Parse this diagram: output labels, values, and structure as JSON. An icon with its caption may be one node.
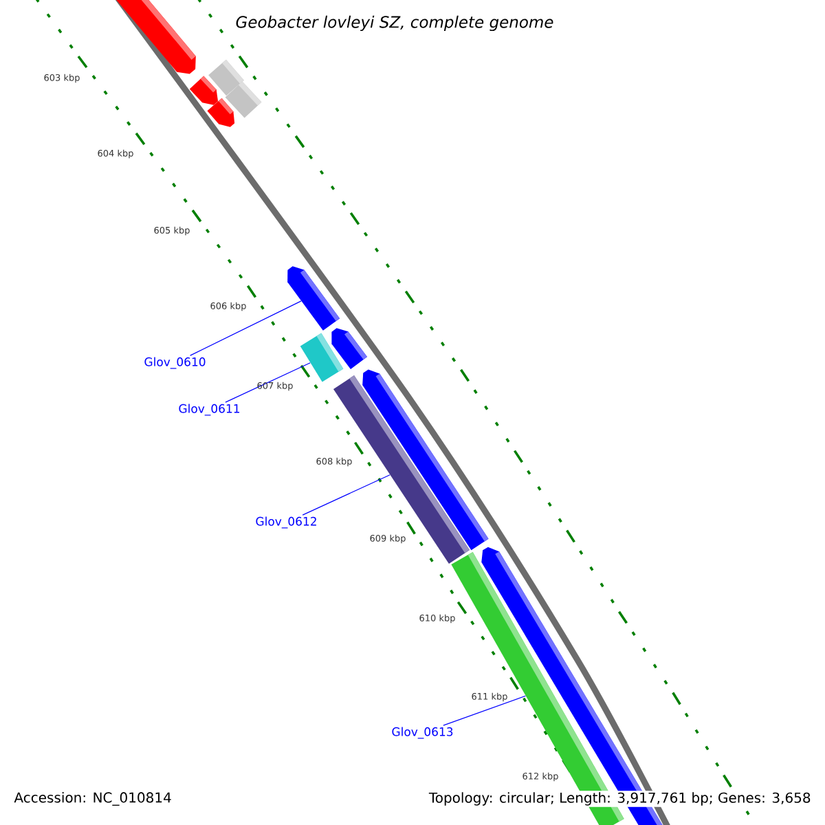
{
  "diagram": {
    "title": "Geobacter lovleyi SZ, complete genome",
    "nodes": [
      {
        "text": [],
        "shape": "pentagon"
      },
      {
        "text": [],
        "shape": "bar"
      },
      {
        "text": [],
        "shape": "pentagon"
      },
      {
        "text": [],
        "shape": "bar"
      },
      {
        "text": [],
        "shape": "pentagon"
      },
      {
        "text": [],
        "shape": "pentagon"
      },
      {
        "text": [],
        "shape": "pentagon"
      },
      {
        "text": [],
        "shape": "bar"
      },
      {
        "text": [
          "Glov_0610"
        ]
      },
      {
        "text": [
          "Glov_0611"
        ]
      },
      {
        "text": [],
        "shape": "pentagon"
      },
      {
        "text": [],
        "shape": "bar"
      },
      {
        "text": [
          "Glov_0612"
        ]
      },
      {
        "text": [],
        "shape": "bar"
      },
      {
        "text": [],
        "shape": "pentagon"
      },
      {
        "text": [
          "Glov_0613"
        ]
      }
    ],
    "edges": [
      {
        "from": 8,
        "to": 5,
        "arrow": "none"
      },
      {
        "from": 9,
        "to": 7,
        "arrow": "none"
      },
      {
        "from": 12,
        "to": 11,
        "arrow": "none"
      },
      {
        "from": 15,
        "to": 13,
        "arrow": "none"
      }
    ],
    "labels": [
      "603 kbp",
      "604 kbp",
      "605 kbp",
      "606 kbp",
      "607 kbp",
      "608 kbp",
      "609 kbp",
      "610 kbp",
      "611 kbp",
      "612 kbp",
      "Accession: NC_010814",
      "Topology: circular; Length: 3,917,761 bp; Genes: 3,658"
    ]
  }
}
